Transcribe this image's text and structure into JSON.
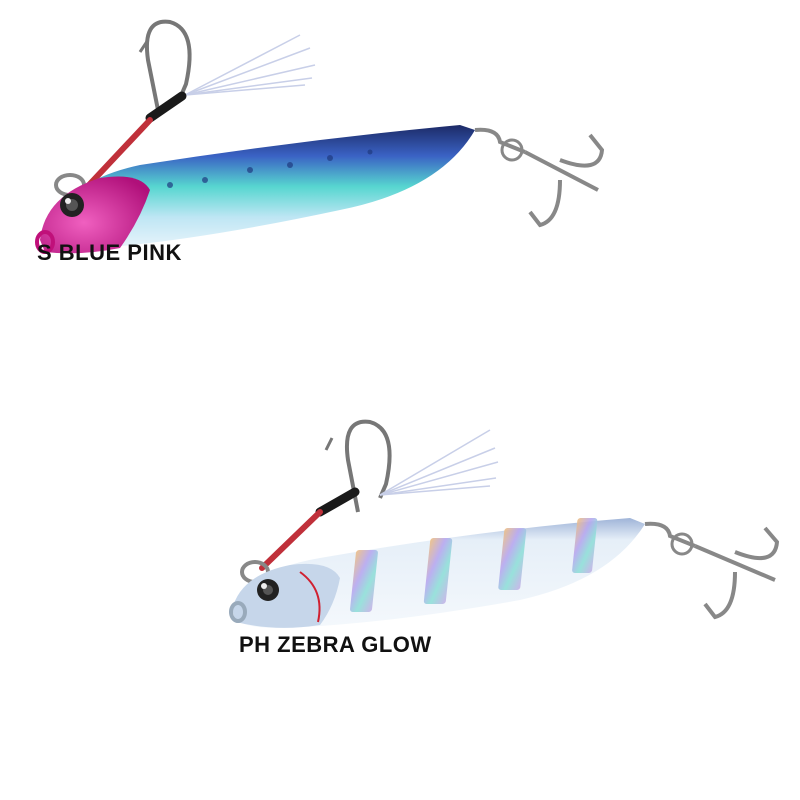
{
  "products": [
    {
      "id": "lure-1",
      "label": "S BLUE PINK",
      "colors": {
        "head": "#e0209a",
        "back": "#3a62c4",
        "mid": "#57d6d0",
        "belly": "#cde9f5"
      }
    },
    {
      "id": "lure-2",
      "label": "PH ZEBRA GLOW",
      "colors": {
        "head": "#bcd0e8",
        "body": "#e4eef7",
        "stripes": "#c8a8e8",
        "belly": "#f2f7fb"
      }
    }
  ]
}
